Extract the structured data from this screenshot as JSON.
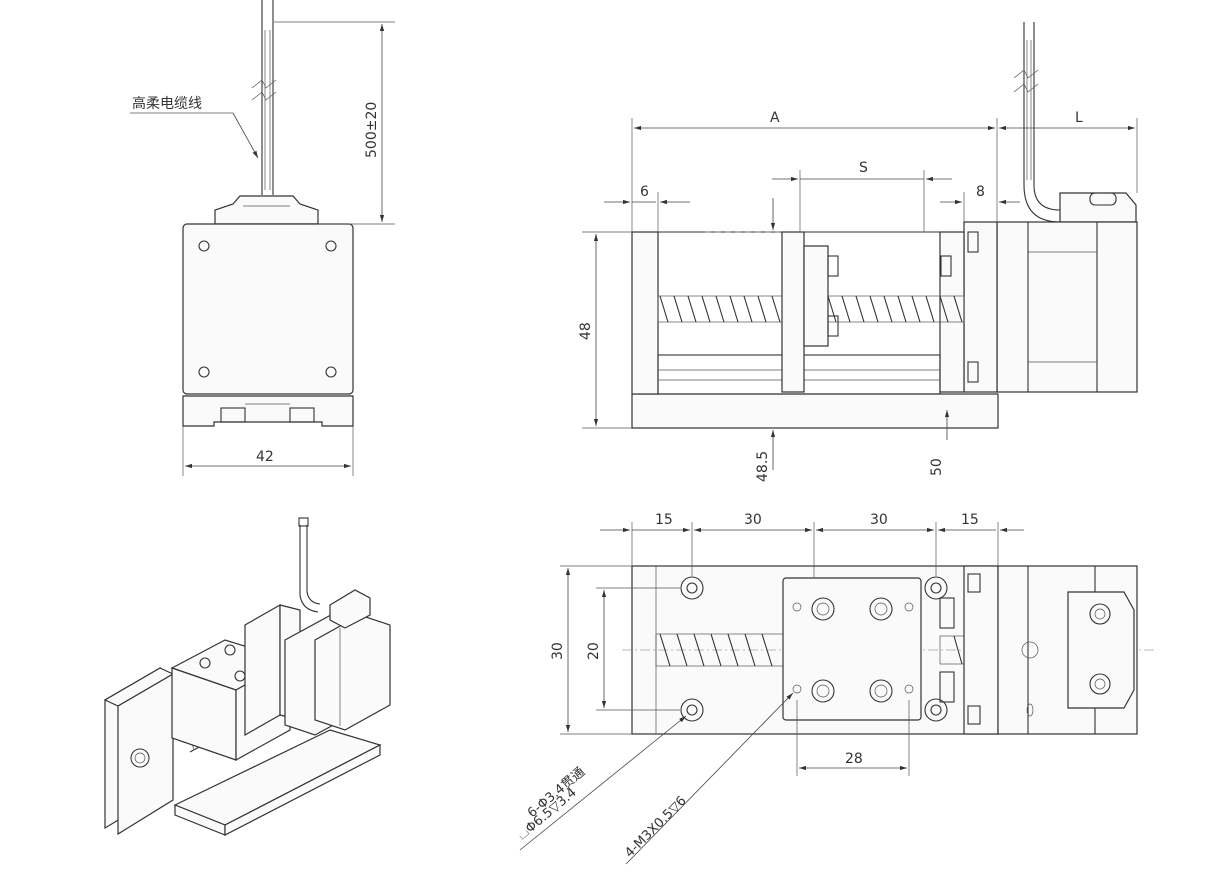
{
  "colors": {
    "line": "#333333",
    "background": "#ffffff"
  },
  "front_view": {
    "cable_label": "高柔电缆线",
    "cable_length": "500±20",
    "width": "42"
  },
  "side_view": {
    "overall": "A",
    "motor_length": "L",
    "stroke": "S",
    "left_end": "6",
    "right_end": "8",
    "height": "48",
    "carriage_height": "48.5",
    "base_height": "50"
  },
  "top_view": {
    "spacing": [
      "15",
      "30",
      "30",
      "15"
    ],
    "width_outer": "30",
    "width_inner": "20",
    "hole_span": "28",
    "note_mount": "6-Φ3.4贯通",
    "note_cbore": "⌴Φ6.5▽3.4",
    "note_thread": "4-M3X0.5▽6"
  }
}
